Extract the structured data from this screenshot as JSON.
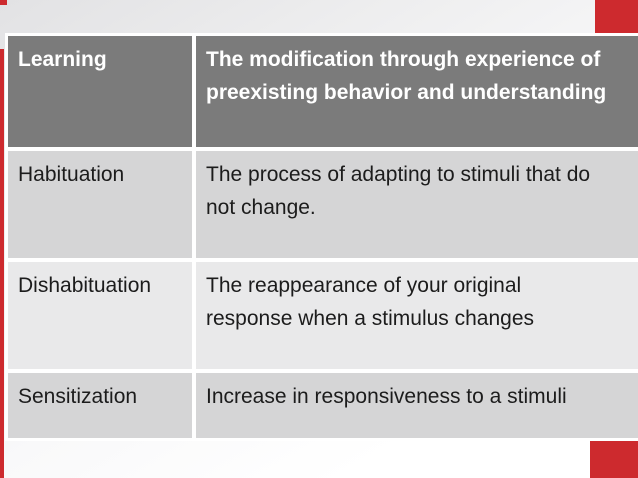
{
  "slide": {
    "accent_color": "#cd2a2e",
    "header_bg_color": "#7b7b7b",
    "row_bg_dark": "#d5d5d6",
    "row_bg_light": "#e9e9ea"
  },
  "table": {
    "rows": [
      {
        "term": "Learning",
        "definition": "The modification through experience of\npreexisting behavior and understanding"
      },
      {
        "term": "Habituation",
        "definition": "The process of adapting to stimuli that do\nnot change."
      },
      {
        "term": "Dishabituation",
        "definition": "The reappearance of your original\nresponse when a stimulus changes"
      },
      {
        "term": "Sensitization",
        "definition": "Increase in responsiveness to a stimuli"
      }
    ]
  }
}
